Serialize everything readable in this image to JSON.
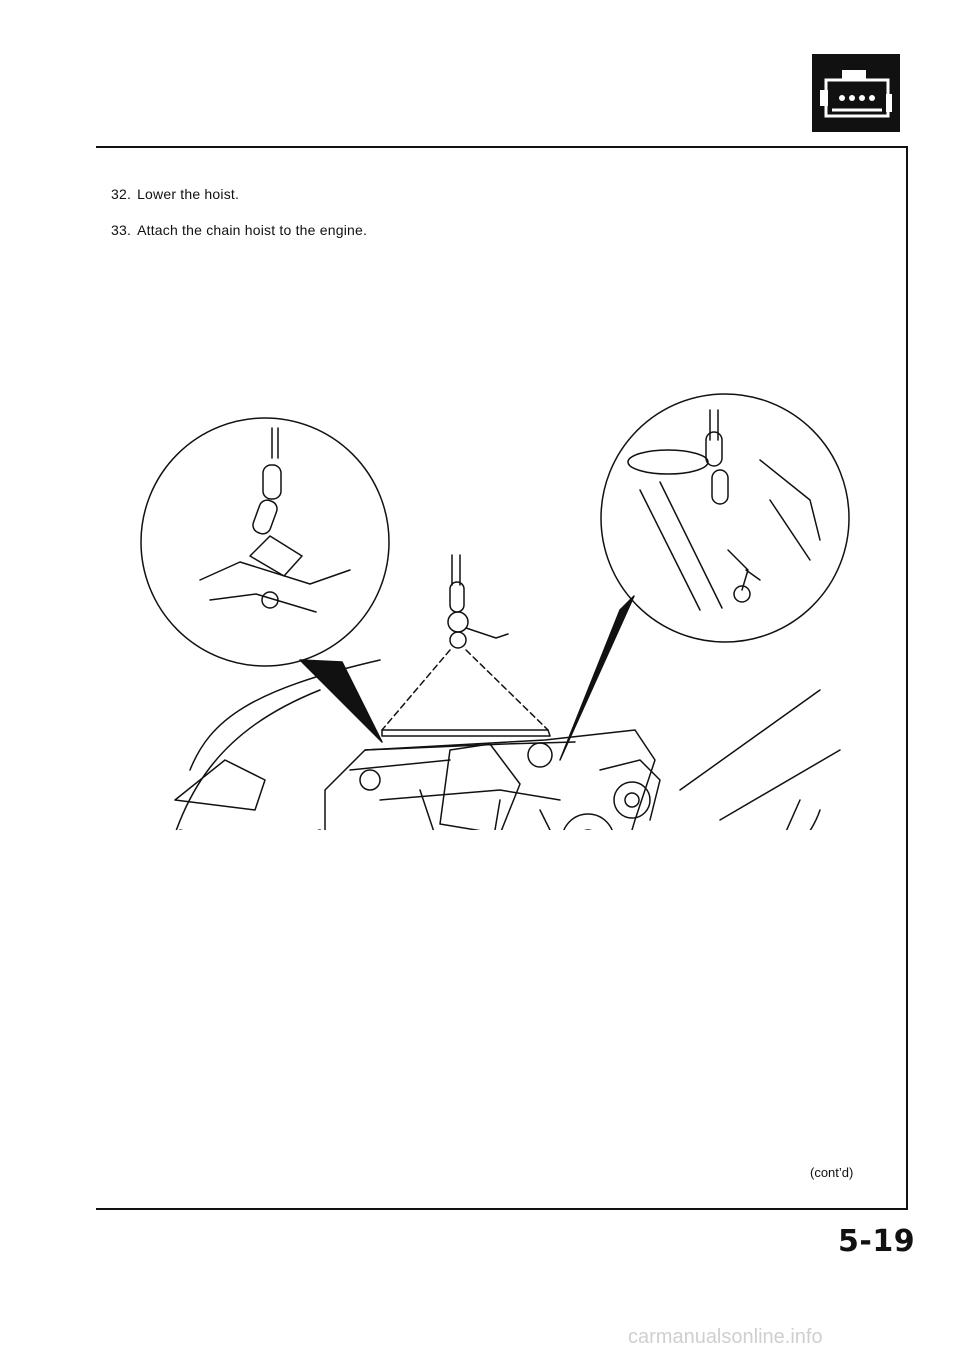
{
  "steps": [
    {
      "number": "32.",
      "text": "Lower the hoist."
    },
    {
      "number": "33.",
      "text": "Attach the chain hoist to the engine."
    }
  ],
  "continued_label": "(cont’d)",
  "page_number": "5-19",
  "watermark": "carmanualsonline.info",
  "section_icon": "engine-section-icon",
  "figure": "engine-chain-hoist-illustration"
}
